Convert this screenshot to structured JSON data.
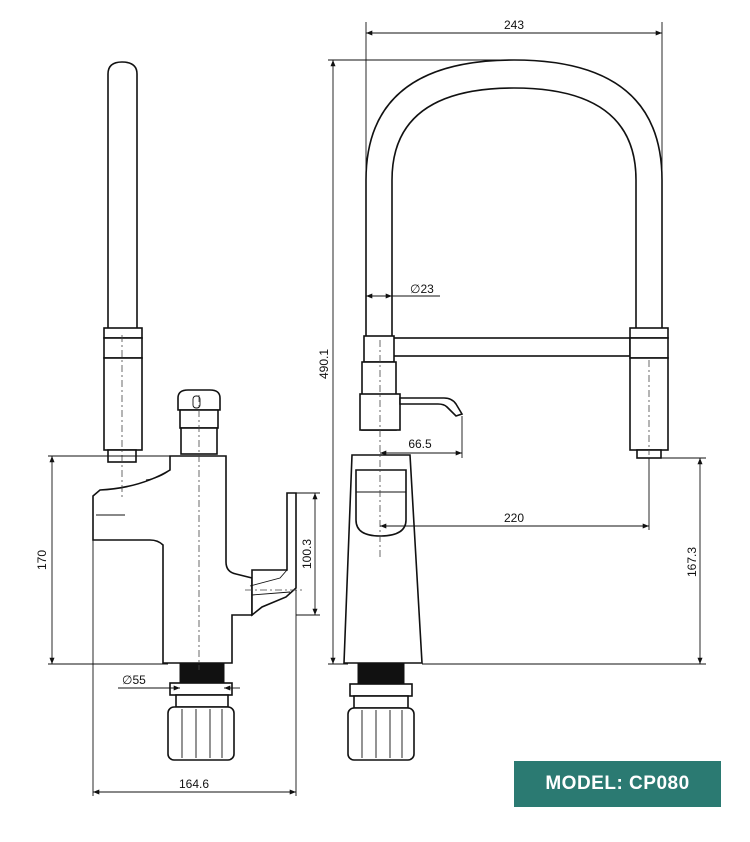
{
  "dimensions": {
    "width_top": "243",
    "height_total": "490.1",
    "hose_diameter": "∅23",
    "spray_reach_side": "66.5",
    "spout_reach": "220",
    "outlet_height": "167.3",
    "body_height_side": "170",
    "lever_height": "100.3",
    "base_diameter": "∅55",
    "base_width": "164.6"
  },
  "model": {
    "label": "MODEL: CP080"
  },
  "colors": {
    "badge": "#2b7a72",
    "line": "#111111"
  }
}
